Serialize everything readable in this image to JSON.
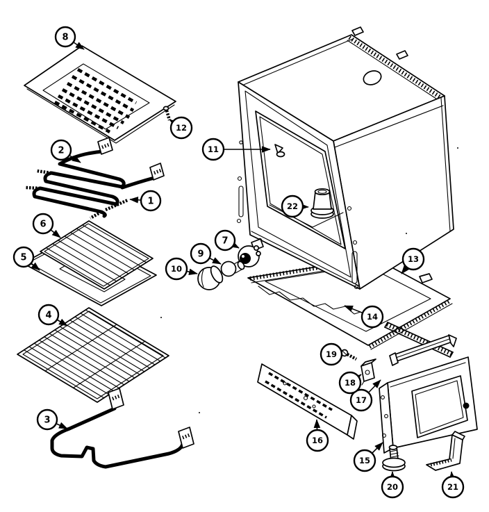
{
  "diagram": {
    "colors": {
      "ink": "#000000",
      "paper": "#ffffff"
    },
    "callouts": [
      {
        "label": "1"
      },
      {
        "label": "2"
      },
      {
        "label": "3"
      },
      {
        "label": "4"
      },
      {
        "label": "5"
      },
      {
        "label": "6"
      },
      {
        "label": "7"
      },
      {
        "label": "8"
      },
      {
        "label": "9"
      },
      {
        "label": "10"
      },
      {
        "label": "11"
      },
      {
        "label": "12"
      },
      {
        "label": "13"
      },
      {
        "label": "14"
      },
      {
        "label": "15"
      },
      {
        "label": "16"
      },
      {
        "label": "17"
      },
      {
        "label": "18"
      },
      {
        "label": "19"
      },
      {
        "label": "20"
      },
      {
        "label": "21"
      },
      {
        "label": "22"
      }
    ]
  }
}
